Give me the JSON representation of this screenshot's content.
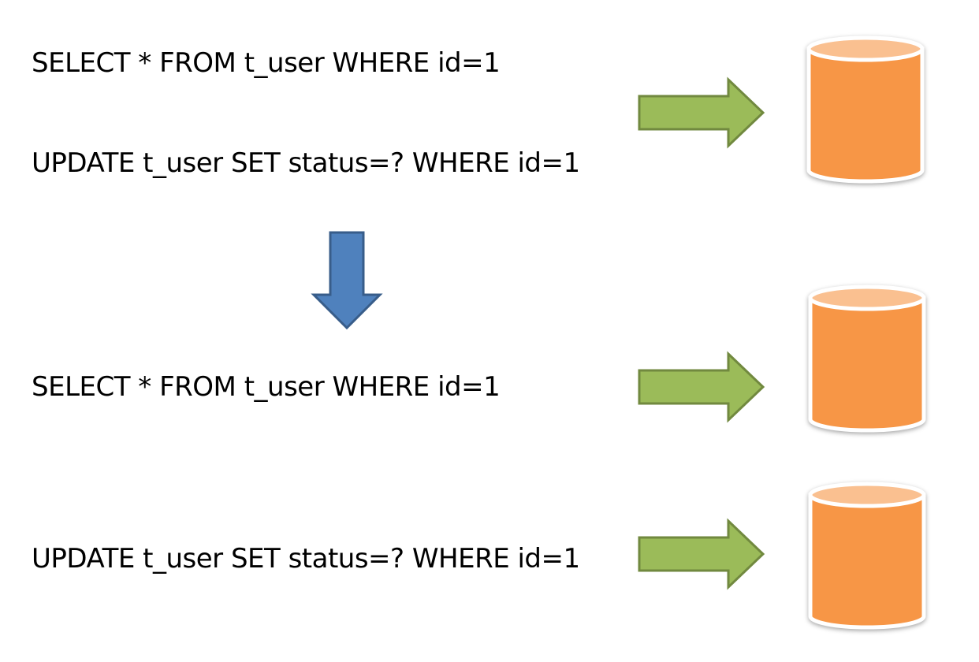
{
  "top_group": {
    "select_statement": "SELECT * FROM t_user WHERE id=1",
    "update_statement": "UPDATE t_user SET status=? WHERE id=1"
  },
  "bottom_group": {
    "select_statement": "SELECT * FROM t_user WHERE id=1",
    "update_statement": "UPDATE t_user SET status=? WHERE id=1"
  },
  "icons": {
    "arrow_right": "arrow-right-icon",
    "arrow_down": "arrow-down-icon",
    "database": "database-cylinder-icon"
  },
  "colors": {
    "arrow_right_fill": "#9BBB59",
    "arrow_right_stroke": "#71893F",
    "arrow_down_fill": "#4F81BD",
    "arrow_down_stroke": "#385D8A",
    "db_body": "#F79646",
    "db_top": "#FAC090",
    "db_outline": "#FFFFFF"
  }
}
